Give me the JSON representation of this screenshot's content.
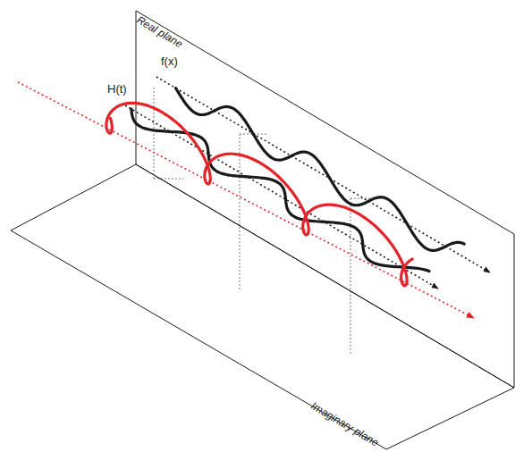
{
  "diagram": {
    "labels": [
      "Real plane",
      "f(x)",
      "H(t)",
      "Imaginary plane"
    ]
  }
}
